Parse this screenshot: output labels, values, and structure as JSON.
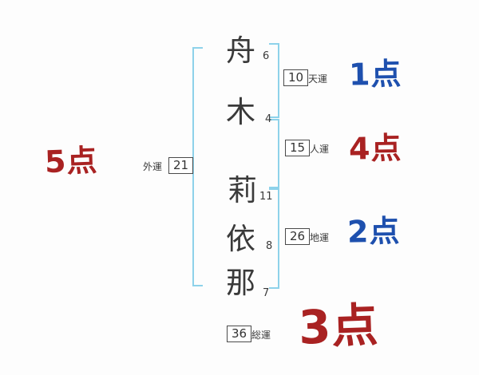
{
  "colors": {
    "bracket": "#8ed2ea",
    "score_blue": "#1e50ae",
    "score_red": "#a92222",
    "ink": "#3a3a3a"
  },
  "name": {
    "chars": [
      {
        "char": "舟",
        "strokes": "6"
      },
      {
        "char": "木",
        "strokes": "4"
      },
      {
        "char": "莉",
        "strokes": "11"
      },
      {
        "char": "依",
        "strokes": "8"
      },
      {
        "char": "那",
        "strokes": "7"
      }
    ]
  },
  "fortunes": {
    "heaven": {
      "value": "10",
      "label": "天運",
      "score": "1点",
      "score_color": "#1e50ae"
    },
    "person": {
      "value": "15",
      "label": "人運",
      "score": "4点",
      "score_color": "#a92222"
    },
    "earth": {
      "value": "26",
      "label": "地運",
      "score": "2点",
      "score_color": "#1e50ae"
    },
    "outer": {
      "value": "21",
      "label": "外運",
      "score": "5点",
      "score_color": "#a92222"
    },
    "total": {
      "value": "36",
      "label": "総運",
      "score": "3点",
      "score_color": "#a92222"
    }
  }
}
